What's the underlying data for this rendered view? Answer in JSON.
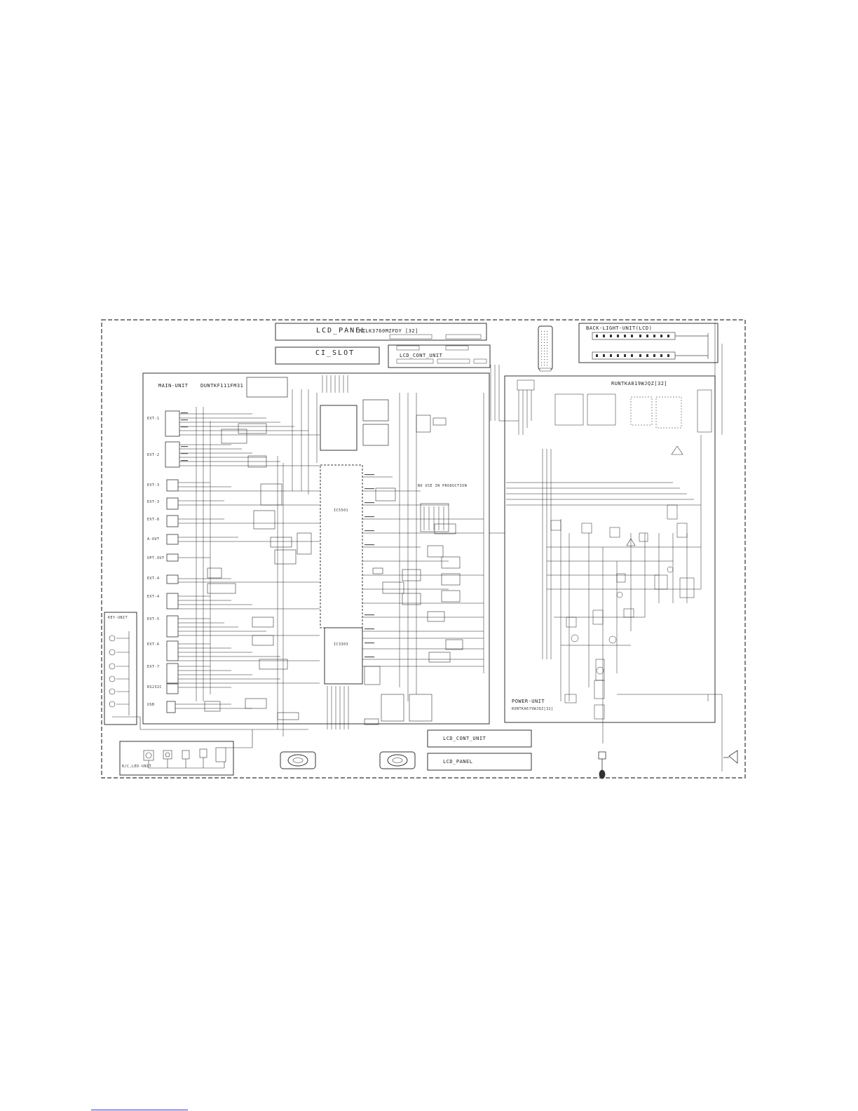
{
  "panels": {
    "top_lcd_panel": {
      "title": "LCD_PANEL",
      "part": "RTLK3760MZFDY [32]"
    },
    "ci_slot": {
      "title": "CI_SLOT"
    },
    "lcd_cont_unit_top": {
      "title": "LCD_CONT_UNIT"
    },
    "back_light_unit": {
      "title": "BACK-LIGHT-UNIT(LCD)"
    },
    "main_unit": {
      "title": "MAIN-UNIT",
      "part": "DUNTKF111FM31"
    },
    "power_unit": {
      "title": "POWER-UNIT",
      "part": "RUNTKA679WJQZ[32]"
    },
    "power_unit_top_part": {
      "part": "RUNTKA819WJQZ[32]"
    },
    "key_unit": {
      "title": "KEY-UNIT"
    },
    "rc_led_unit": {
      "title": "R/C,LED-UNIT"
    },
    "bottom_lcd_cont_unit": {
      "title": "LCD_CONT_UNIT"
    },
    "bottom_lcd_panel": {
      "title": "LCD_PANEL"
    }
  },
  "inputs": [
    "EXT-1",
    "EXT-2",
    "EXT-3",
    "EXT-3",
    "EXT-8",
    "A-OUT",
    "OPT.OUT",
    "EXT-4",
    "EXT-4",
    "EXT-5",
    "EXT-6",
    "EXT-7",
    "RS232C",
    "USB"
  ],
  "ics": [
    "IC3303",
    "IC5501"
  ],
  "notes": {
    "production": "NO USE IN PRODUCTION"
  }
}
